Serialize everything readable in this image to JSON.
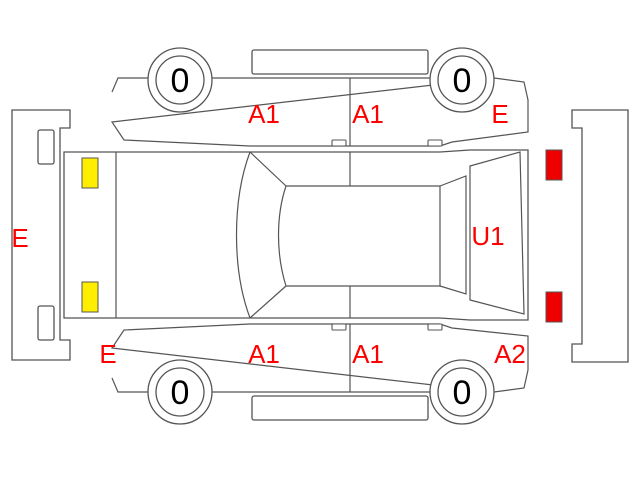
{
  "tires": {
    "front_left": "0",
    "front_right": "0",
    "rear_left": "0",
    "rear_right": "0"
  },
  "damage_codes": {
    "front_bumper": "E",
    "front_left_fender": "E",
    "rear_left_quarter": "E",
    "left_front_door": "A1",
    "left_rear_door": "A1",
    "right_front_door": "A1",
    "right_rear_door": "A1",
    "back_glass": "U1",
    "right_rear_quarter": "A2"
  },
  "colors": {
    "outline": "#555555",
    "code_text": "#ff0000",
    "front_lamp": "#ffee00",
    "rear_lamp": "#ee0000"
  }
}
